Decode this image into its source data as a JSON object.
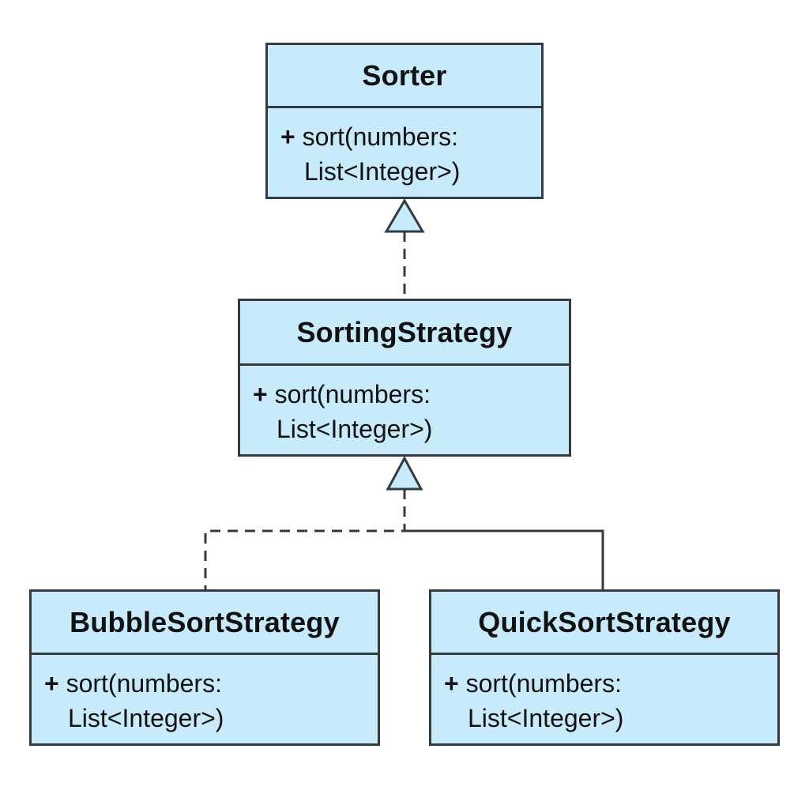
{
  "diagram": {
    "classes": [
      {
        "id": "sorter",
        "name": "Sorter",
        "operations": [
          {
            "visibility": "+",
            "signature_line1": "sort(numbers:",
            "signature_line2": "List<Integer>)"
          }
        ]
      },
      {
        "id": "sorting_strategy",
        "name": "SortingStrategy",
        "operations": [
          {
            "visibility": "+",
            "signature_line1": "sort(numbers:",
            "signature_line2": "List<Integer>)"
          }
        ]
      },
      {
        "id": "bubble_sort_strategy",
        "name": "BubbleSortStrategy",
        "operations": [
          {
            "visibility": "+",
            "signature_line1": "sort(numbers:",
            "signature_line2": "List<Integer>)"
          }
        ]
      },
      {
        "id": "quick_sort_strategy",
        "name": "QuickSortStrategy",
        "operations": [
          {
            "visibility": "+",
            "signature_line1": "sort(numbers:",
            "signature_line2": "List<Integer>)"
          }
        ]
      }
    ],
    "relations": [
      {
        "from": "sorting_strategy",
        "to": "sorter",
        "kind": "realization",
        "line": "dashed",
        "arrowhead": "hollow-triangle"
      },
      {
        "from": "bubble_sort_strategy",
        "to": "sorting_strategy",
        "kind": "realization",
        "line": "dashed",
        "arrowhead": "hollow-triangle"
      },
      {
        "from": "quick_sort_strategy",
        "to": "sorting_strategy",
        "kind": "generalization",
        "line": "solid",
        "arrowhead": "hollow-triangle"
      }
    ],
    "colors": {
      "class_fill": "#c8ebfb",
      "stroke": "#333b40",
      "text": "#111111",
      "background": "#ffffff"
    }
  }
}
